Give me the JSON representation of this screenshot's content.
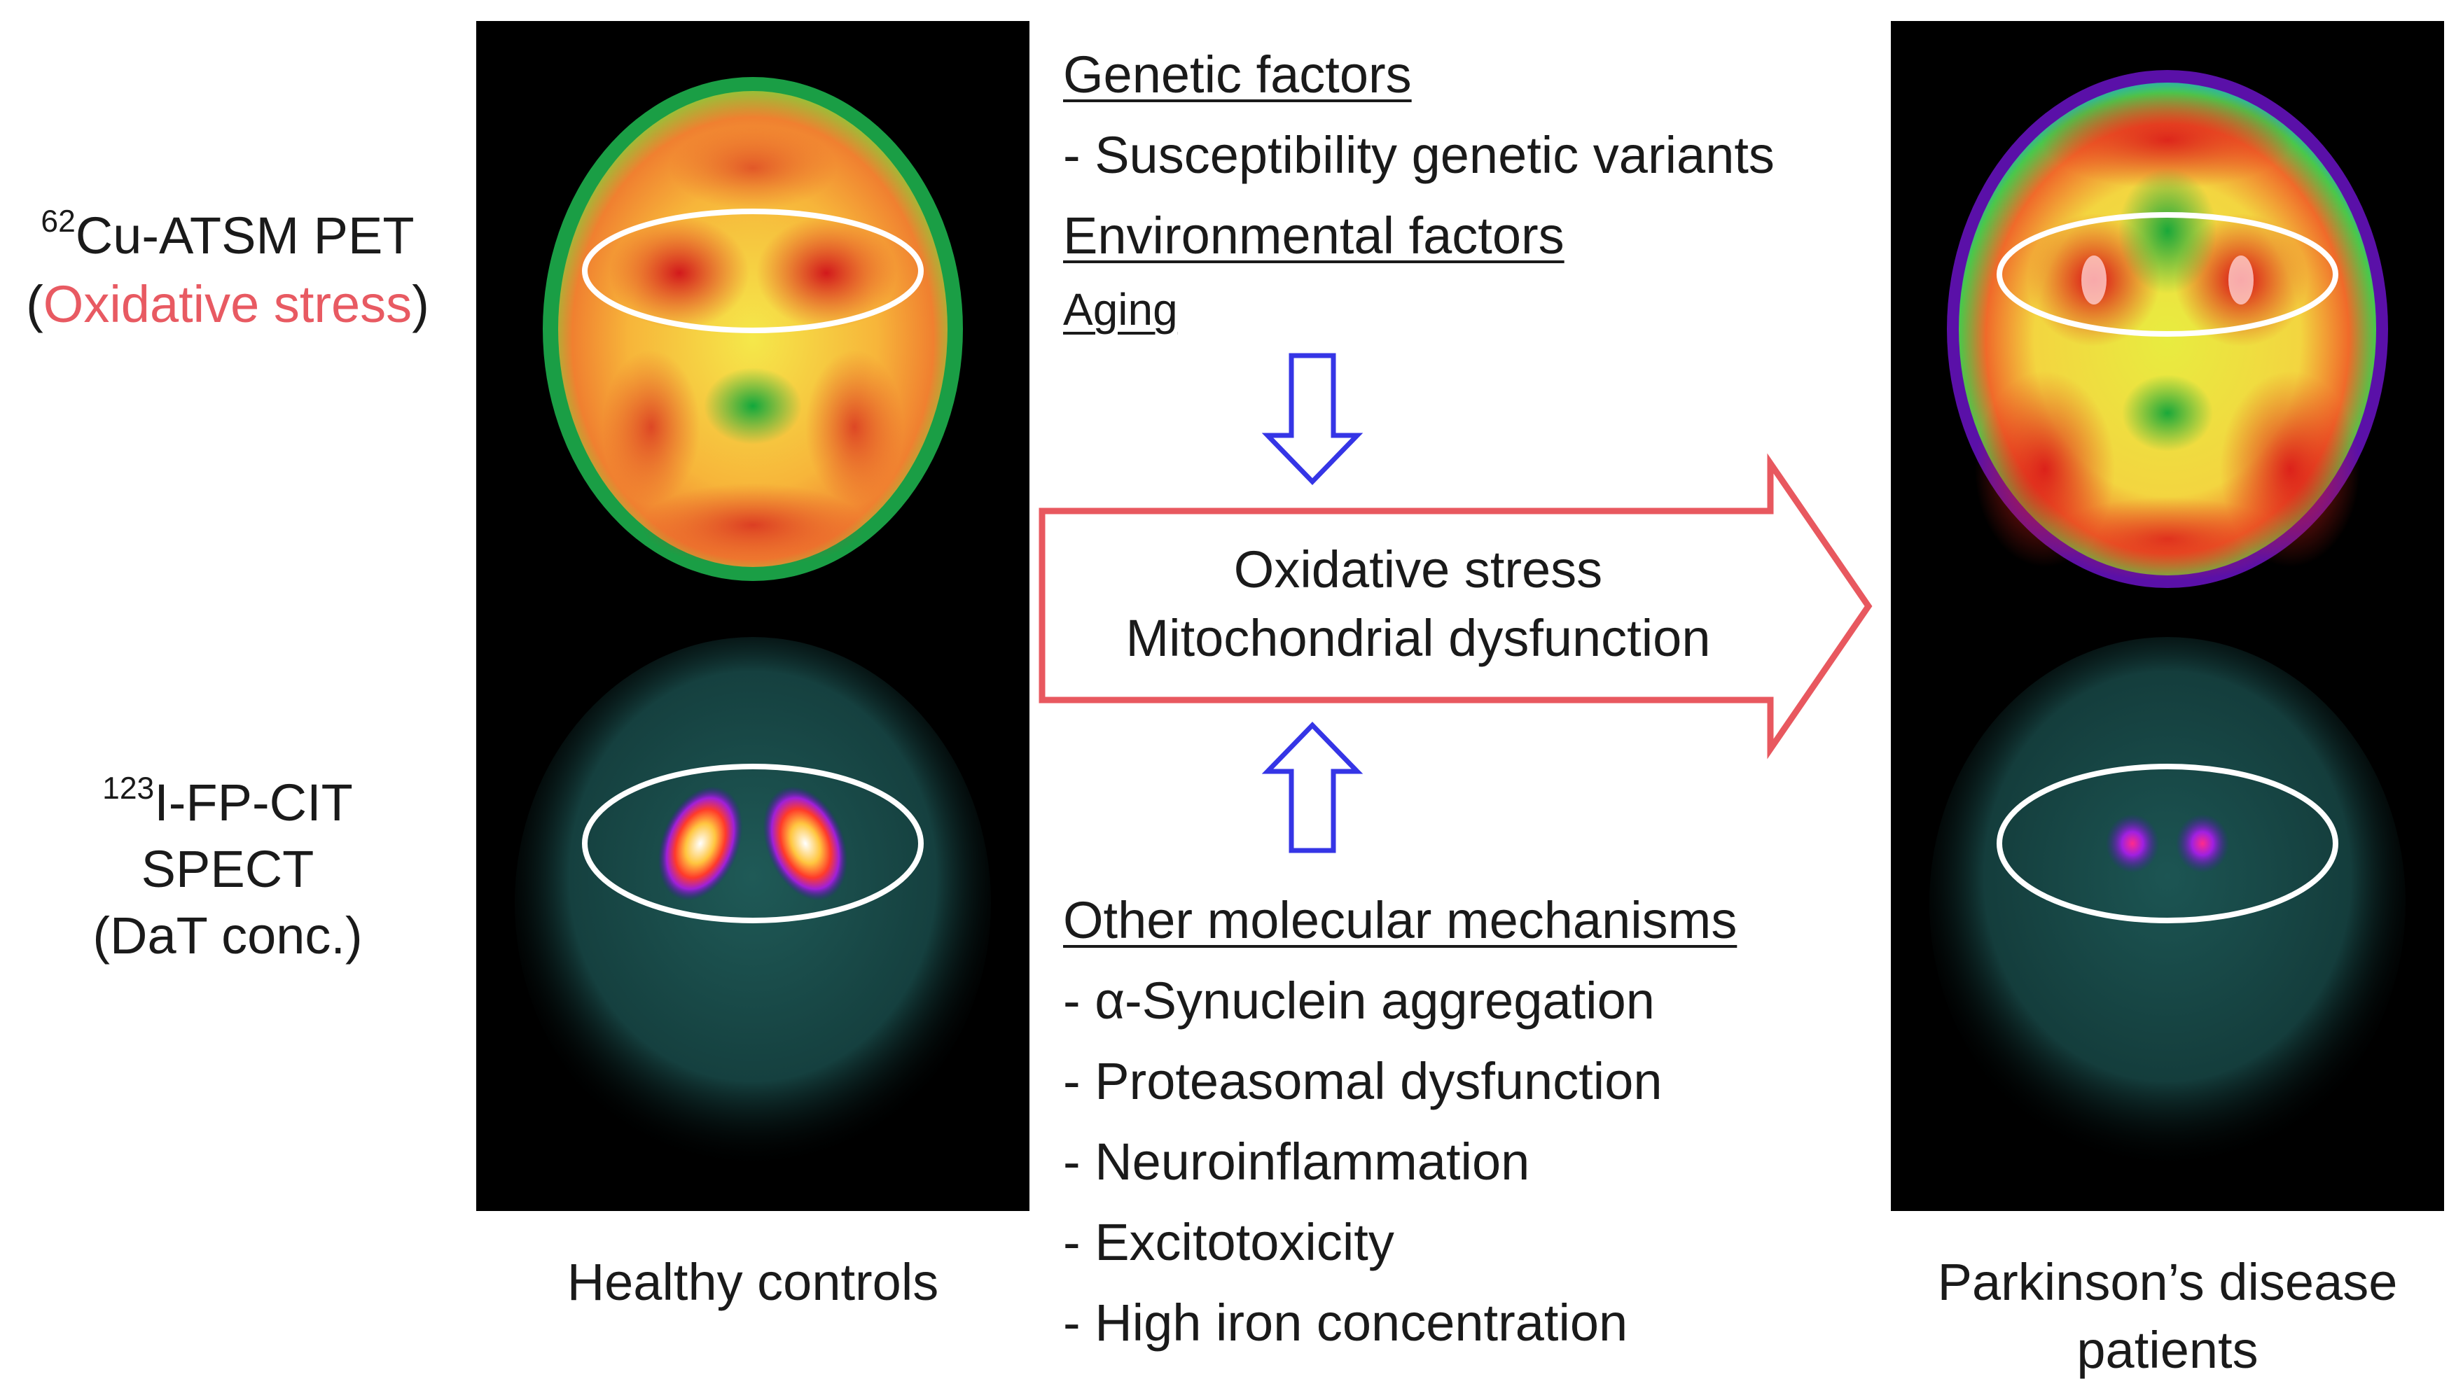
{
  "left_labels": {
    "pet_iso": "62",
    "pet_name": "Cu-ATSM PET",
    "pet_paren_open": "(",
    "pet_measure": "Oxidative stress",
    "pet_paren_close": ")",
    "spect_iso": "123",
    "spect_name": "I-FP-CIT",
    "spect_line2": "SPECT",
    "spect_line3": "(DaT conc.)"
  },
  "columns": {
    "healthy": "Healthy controls",
    "patients_line1": "Parkinson’s disease",
    "patients_line2": "patients"
  },
  "upstream": {
    "genetic_heading": "Genetic factors",
    "genetic_item": "- Susceptibility genetic variants",
    "environmental_heading": "Environmental factors",
    "aging": "Aging"
  },
  "central_arrow": {
    "line1": "Oxidative stress",
    "line2": "Mitochondrial dysfunction"
  },
  "other_mechanisms": {
    "heading": "Other molecular mechanisms",
    "items": [
      "- α-Synuclein aggregation",
      "- Proteasomal dysfunction",
      "- Neuroinflammation",
      "- Excitotoxicity",
      "- High iron concentration"
    ]
  },
  "colors": {
    "big_arrow_outline": "#e8585f",
    "small_arrows": "#3535e6",
    "oxidative_label": "#e85a62",
    "roi_ellipse": "#ffffff",
    "panel_bg": "#000000"
  }
}
